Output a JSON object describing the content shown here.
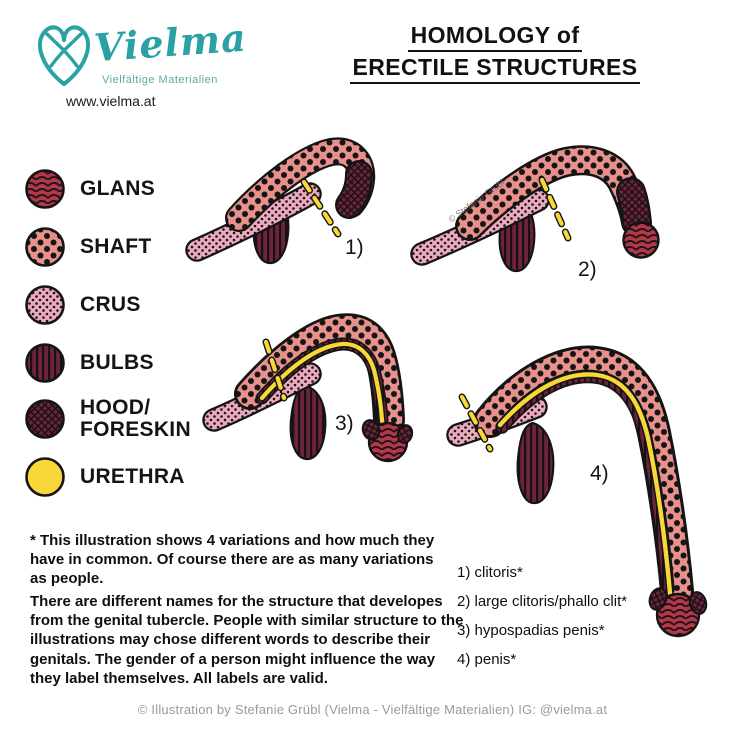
{
  "brand": {
    "logo_text": "Vielma",
    "tagline": "Vielfältige Materialien",
    "website": "www.vielma.at"
  },
  "title": {
    "line1": "HOMOLOGY of",
    "line2": "ERECTILE STRUCTURES"
  },
  "legend": {
    "items": [
      {
        "name": "glans",
        "label": "GLANS"
      },
      {
        "name": "shaft",
        "label": "SHAFT"
      },
      {
        "name": "crus",
        "label": "CRUS"
      },
      {
        "name": "bulbs",
        "label": "BULBS"
      },
      {
        "name": "hood-foreskin",
        "label": "HOOD/\nFORESKIN"
      },
      {
        "name": "urethra",
        "label": "URETHRA"
      }
    ]
  },
  "figures": [
    {
      "marker": "1)",
      "caption": "1) clitoris*"
    },
    {
      "marker": "2)",
      "caption": "2) large clitoris/phallo clit*"
    },
    {
      "marker": "3)",
      "caption": "3) hypospadias penis*"
    },
    {
      "marker": "4)",
      "caption": "4) penis*"
    }
  ],
  "notes": {
    "p1": "* This illustration shows 4 variations and how much they have in common. Of course there are as many variations as people.",
    "p2": "There are different names for the structure that developes from the genital tubercle. People with similar structure to the illustrations may chose different words to describe their genitals. The gender of a person might influence the way they label themselves. All labels are valid."
  },
  "watermark": "© Stefanie Grübl",
  "footer": {
    "credit": "© Illustration by Stefanie Grübl (Vielma - Vielfältige Materialien) IG: @vielma.at"
  },
  "colors": {
    "brand_teal": "#2aa1a4",
    "shaft_pink": "#e8918c",
    "crus_pink": "#edaabe",
    "bulb_maroon": "#6d2438",
    "glans_red": "#b03a4a",
    "hood_maroon": "#6d2438",
    "urethra_yellow": "#f7d838",
    "outline_black": "#141414"
  }
}
